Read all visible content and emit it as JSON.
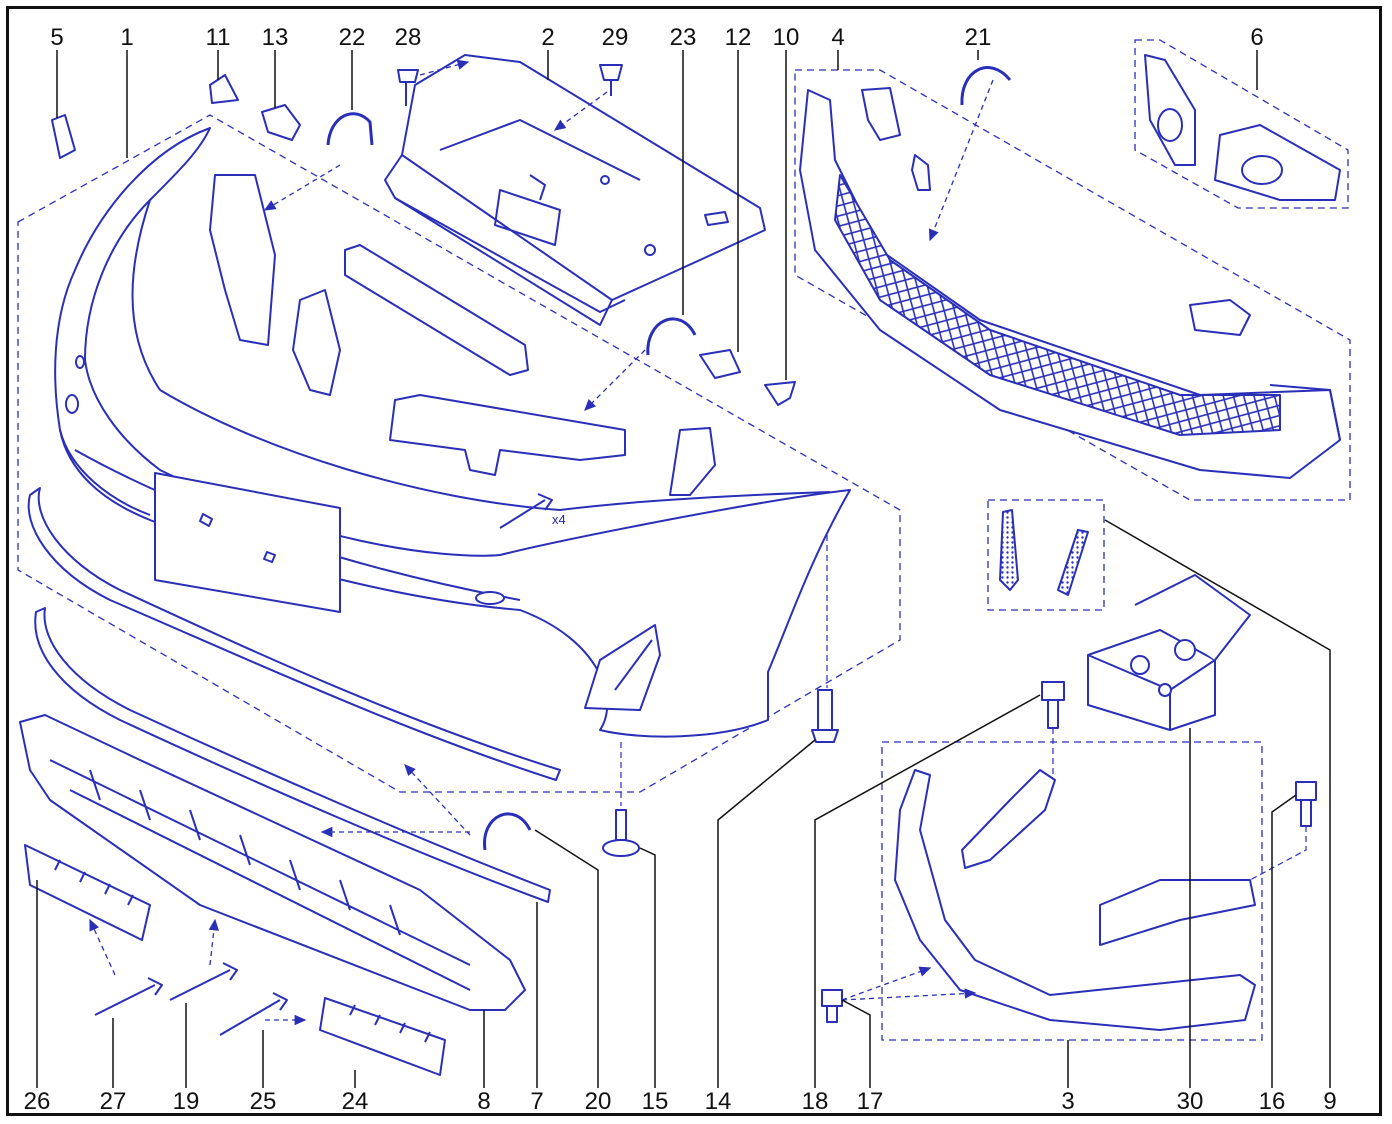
{
  "diagram": {
    "qty_note": "x4",
    "callouts_top": [
      "5",
      "1",
      "11",
      "13",
      "22",
      "28",
      "2",
      "29",
      "23",
      "12",
      "10",
      "4",
      "21",
      "6"
    ],
    "callouts_bottom": [
      "26",
      "27",
      "19",
      "25",
      "24",
      "8",
      "7",
      "20",
      "15",
      "14",
      "18",
      "17",
      "3",
      "30",
      "16",
      "9"
    ],
    "colors": {
      "line": "#2a2fb8",
      "fill": "#ffffff",
      "tint": "#eef0ff",
      "leader": "#111111",
      "frame": "#111111"
    }
  }
}
